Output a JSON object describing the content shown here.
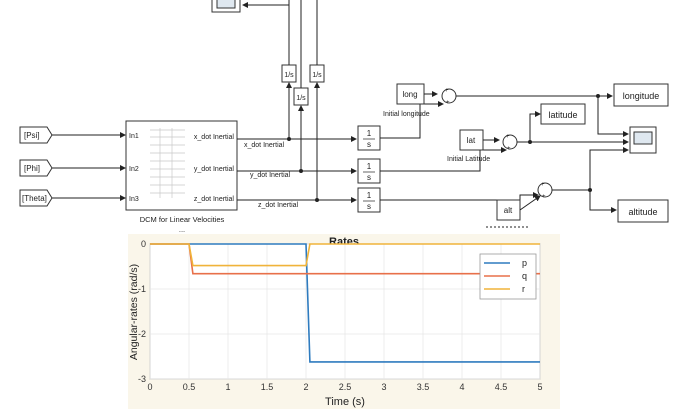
{
  "diagram": {
    "inputs": [
      "[Psi]",
      "[Phi]",
      "[Theta]"
    ],
    "dcm": {
      "ports_in": [
        "In1",
        "In2",
        "In3"
      ],
      "ports_out": [
        "x_dot Inertial",
        "y_dot Inertial",
        "z_dot Inertial"
      ],
      "caption": "DCM for Linear Velocities"
    },
    "signals": [
      "x_dot Inertial",
      "y_dot Inertial",
      "z_dot Inertial"
    ],
    "integrator_numerator": "1",
    "integrator_denominator": "s",
    "small_integrator": "1/s",
    "constants": {
      "long": "long",
      "lat": "lat",
      "alt": "alt"
    },
    "constant_captions": {
      "long": "Initial longitude",
      "lat": "Initial Latitude"
    },
    "sum_sign": "+",
    "outputs": [
      "longitude",
      "latitude",
      "altitude"
    ]
  },
  "chart_data": {
    "type": "line",
    "title": "Rates",
    "xlabel": "Time (s)",
    "ylabel": "Angular-rates (rad/s)",
    "xlim": [
      0,
      5
    ],
    "ylim": [
      -3,
      0
    ],
    "xticks": [
      "0",
      "0.5",
      "1",
      "1.5",
      "2",
      "2.5",
      "3",
      "3.5",
      "4",
      "4.5",
      "5"
    ],
    "yticks": [
      "0",
      "-1",
      "-2",
      "-3"
    ],
    "grid": true,
    "legend_position": "top-right",
    "series": [
      {
        "name": "p",
        "color": "#2e7bbf",
        "x": [
          0,
          2.0,
          2.05,
          5
        ],
        "y": [
          0,
          0,
          -2.62,
          -2.62
        ]
      },
      {
        "name": "q",
        "color": "#e8704a",
        "x": [
          0,
          0.5,
          0.55,
          5
        ],
        "y": [
          0,
          0,
          -0.66,
          -0.66
        ]
      },
      {
        "name": "r",
        "color": "#f0b33a",
        "x": [
          0,
          0.5,
          0.55,
          2.0,
          2.05,
          5
        ],
        "y": [
          0,
          0,
          -0.48,
          -0.48,
          0,
          0
        ]
      }
    ]
  }
}
